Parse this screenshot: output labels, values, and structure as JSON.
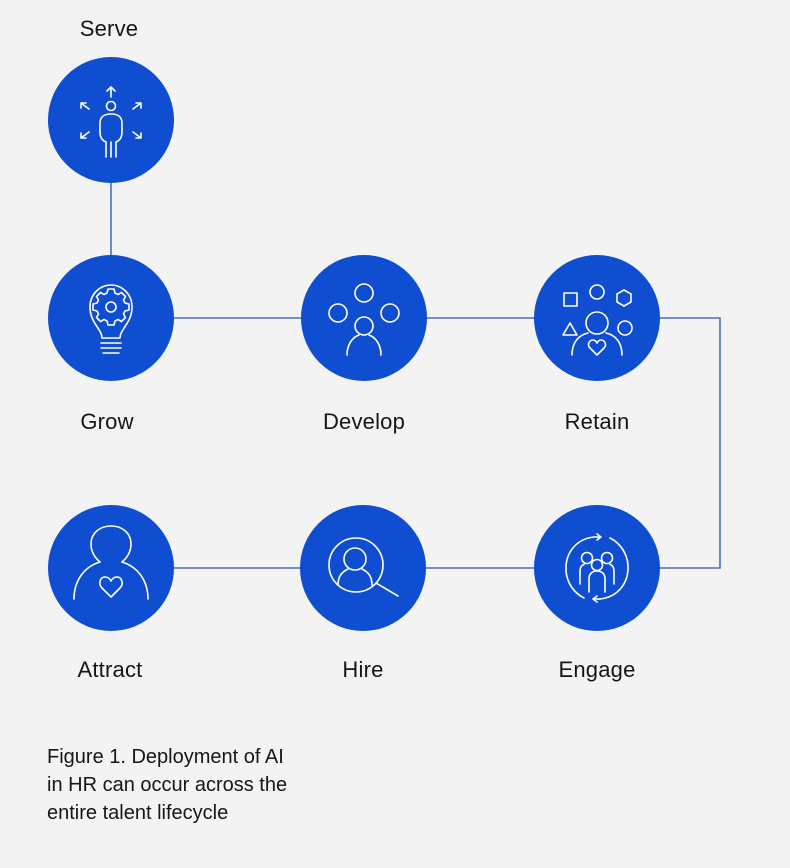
{
  "diagram": {
    "title": "AI in HR talent lifecycle",
    "accent_color": "#0f4ed1",
    "connector_color": "#4a70b8",
    "background_color": "#f3f3f3",
    "stages": [
      {
        "id": "serve",
        "label": "Serve",
        "icon": "person-radiating-arrows-icon"
      },
      {
        "id": "grow",
        "label": "Grow",
        "icon": "lightbulb-gear-icon"
      },
      {
        "id": "develop",
        "label": "Develop",
        "icon": "person-with-circles-icon"
      },
      {
        "id": "retain",
        "label": "Retain",
        "icon": "person-shapes-heart-icon"
      },
      {
        "id": "engage",
        "label": "Engage",
        "icon": "group-cycle-icon"
      },
      {
        "id": "hire",
        "label": "Hire",
        "icon": "person-magnifier-icon"
      },
      {
        "id": "attract",
        "label": "Attract",
        "icon": "person-heart-icon"
      }
    ],
    "flow": [
      "attract",
      "hire",
      "engage",
      "retain",
      "develop",
      "grow",
      "serve"
    ]
  },
  "caption": {
    "lines": [
      "Figure 1. Deployment of AI",
      "in HR can occur across the",
      "entire talent lifecycle"
    ]
  }
}
